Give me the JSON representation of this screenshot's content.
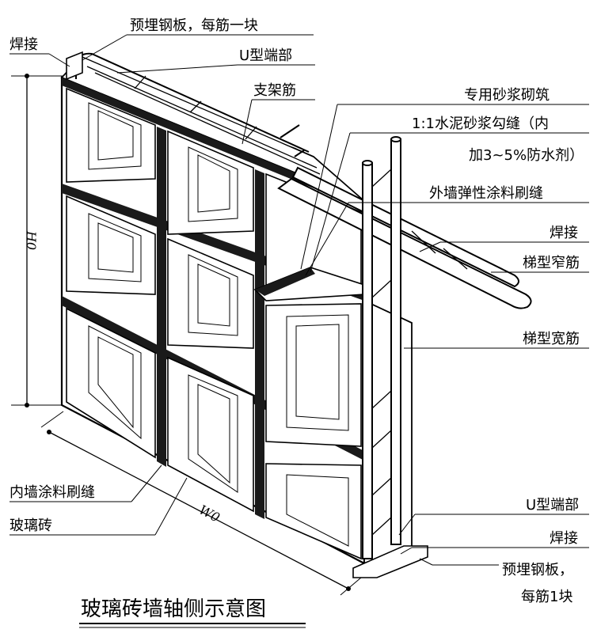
{
  "labels": {
    "top_plate": "预埋钢板，每筋一块",
    "weld_top": "焊接",
    "u_end_top": "U型端部",
    "support_bar": "支架筋",
    "special_mortar": "专用砂浆砌筑",
    "cement_mortar_line1": "1:1水泥砂浆勾缝（内",
    "cement_mortar_line2": "加3~5%防水剂）",
    "outer_coating": "外墙弹性涂料刷缝",
    "weld_mid": "焊接",
    "ladder_narrow": "梯型窄筋",
    "ladder_wide": "梯型宽筋",
    "inner_coating": "内墙涂料刷缝",
    "glass_brick": "玻璃砖",
    "u_end_bottom": "U型端部",
    "weld_bottom": "焊接",
    "bottom_plate_line1": "预埋钢板，",
    "bottom_plate_line2": "每筋1块"
  },
  "dimensions": {
    "height": "H0",
    "width": "W0"
  },
  "title": "玻璃砖墙轴侧示意图"
}
